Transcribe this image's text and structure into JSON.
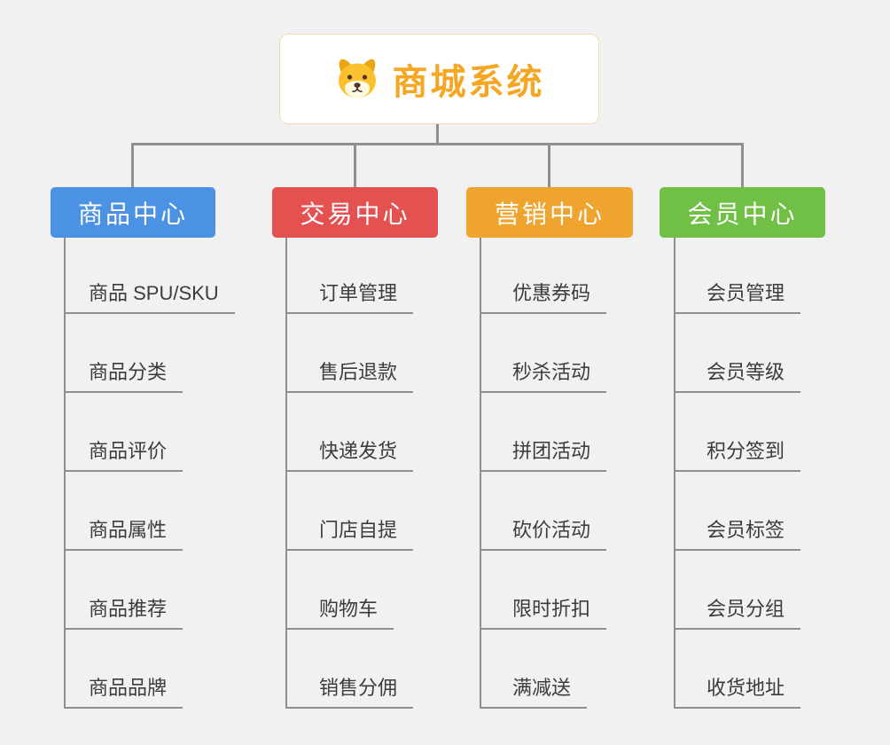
{
  "root": {
    "title": "商城系统",
    "icon": "dog-face-icon"
  },
  "branches": [
    {
      "label": "商品中心",
      "color": "#4b92e5",
      "children": [
        "商品 SPU/SKU",
        "商品分类",
        "商品评价",
        "商品属性",
        "商品推荐",
        "商品品牌"
      ]
    },
    {
      "label": "交易中心",
      "color": "#e45151",
      "children": [
        "订单管理",
        "售后退款",
        "快递发货",
        "门店自提",
        "购物车",
        "销售分佣"
      ]
    },
    {
      "label": "营销中心",
      "color": "#efa42f",
      "children": [
        "优惠券码",
        "秒杀活动",
        "拼团活动",
        "砍价活动",
        "限时折扣",
        "满减送"
      ]
    },
    {
      "label": "会员中心",
      "color": "#6fc045",
      "children": [
        "会员管理",
        "会员等级",
        "积分签到",
        "会员标签",
        "会员分组",
        "收货地址"
      ]
    }
  ],
  "style": {
    "root_title_color": "#f5a623",
    "connector_color": "#8f8f8f",
    "background_color": "#f1f1f1"
  }
}
